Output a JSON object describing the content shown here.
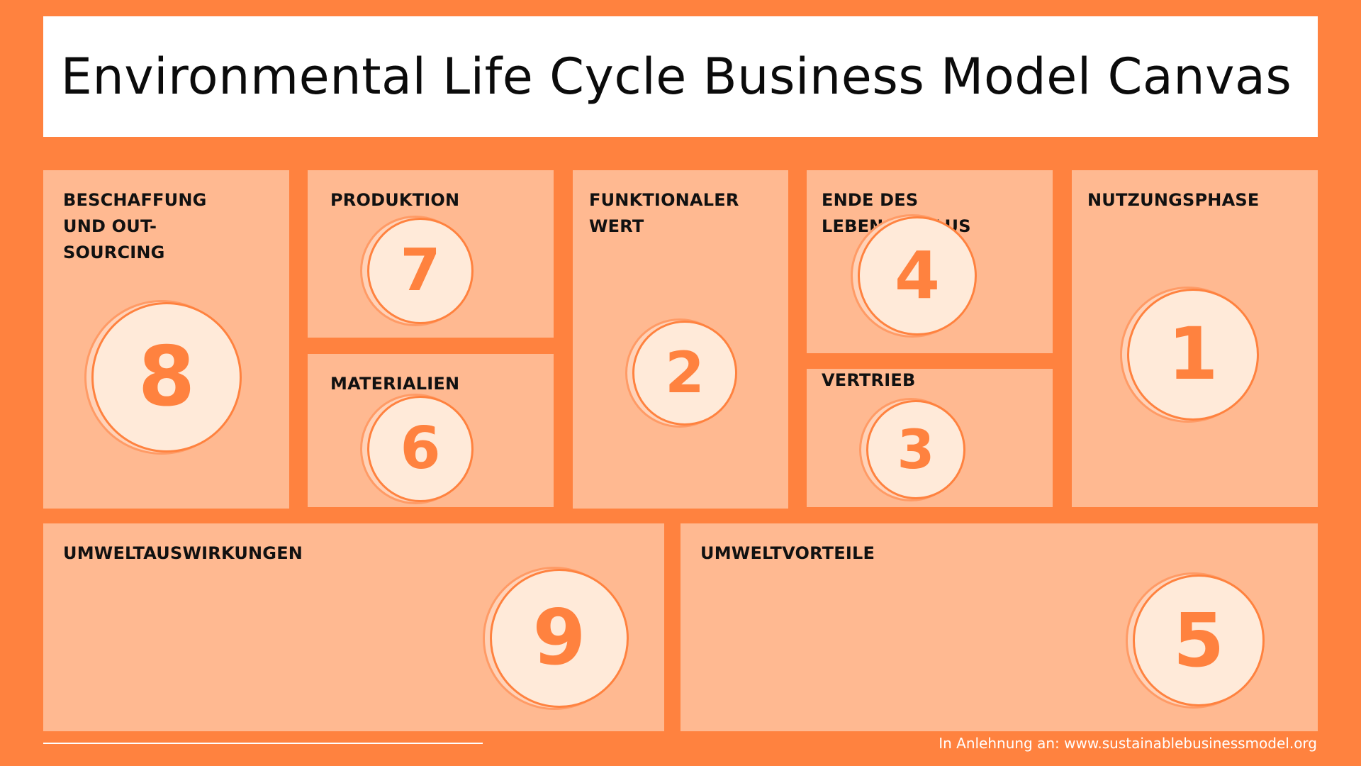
{
  "title": "Environmental Life Cycle Business Model Canvas",
  "blocks": [
    {
      "id": "beschaffung",
      "label": "BESCHAFFUNG\nUND OUT-\nSOURCING",
      "number": "8"
    },
    {
      "id": "produktion",
      "label": "PRODUKTION",
      "number": "7"
    },
    {
      "id": "materialien",
      "label": "MATERIALIEN",
      "number": "6"
    },
    {
      "id": "funktionaler-wert",
      "label": "FUNKTIONALER\nWERT",
      "number": "2"
    },
    {
      "id": "ende-des-lebenszyklus",
      "label": "ENDE DES\nLEBENSZYKLUS",
      "number": "4"
    },
    {
      "id": "vertrieb",
      "label": "VERTRIEB",
      "number": "3"
    },
    {
      "id": "nutzungsphase",
      "label": "NUTZUNGSPHASE",
      "number": "1"
    },
    {
      "id": "umweltauswirkungen",
      "label": "UMWELTAUSWIRKUNGEN",
      "number": "9"
    },
    {
      "id": "umweltvorteile",
      "label": "UMWELTVORTEILE",
      "number": "5"
    }
  ],
  "footer": {
    "credit": "In Anlehnung an: www.sustainablebusinessmodel.org"
  },
  "colors": {
    "background": "#ff823f",
    "block": "#ffb991",
    "circle_fill": "#ffead9",
    "accent": "#ff823f",
    "title_bar": "#ffffff"
  }
}
